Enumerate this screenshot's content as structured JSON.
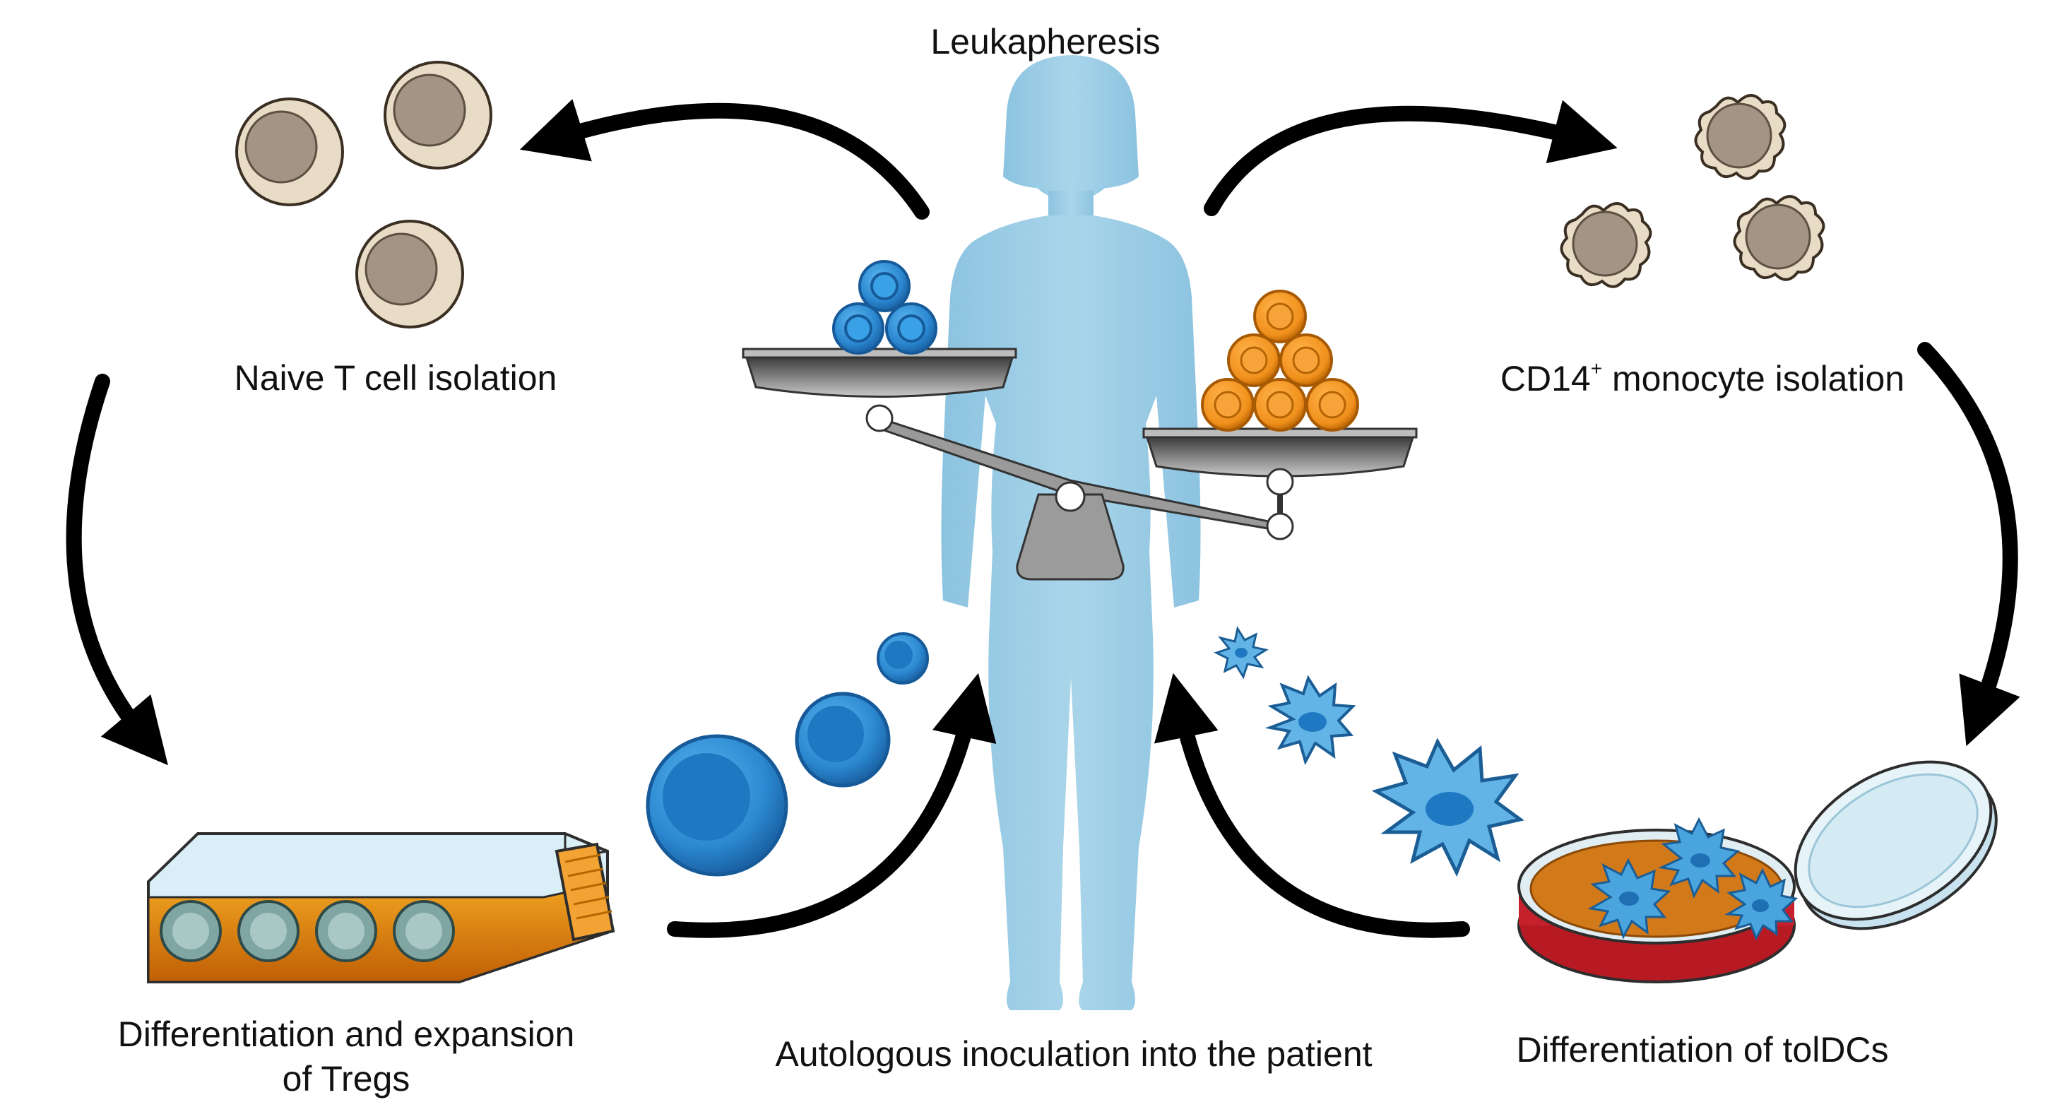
{
  "labels": {
    "leukapheresis": "Leukapheresis",
    "naive_t_cell": "Naive T cell isolation",
    "cd14_prefix": "CD14",
    "cd14_sup": "+",
    "cd14_suffix": " monocyte isolation",
    "tregs_line1": "Differentiation and expansion",
    "tregs_line2": "of Tregs",
    "autologous": "Autologous inoculation into the patient",
    "toldcs": "Differentiation of tolDCs"
  },
  "colors": {
    "silhouette": "#9fcde5",
    "naive_cell": "#e9dcc6",
    "nucleus": "#a39483",
    "treg_blue": "#2f8fd6",
    "orange_cell": "#f29422",
    "culture_medium": "#c8740a",
    "arrow": "#000000",
    "scale": "#8a8a8a"
  },
  "icons": {
    "balance": "balance-scale-icon",
    "flask": "culture-flask-icon",
    "dish": "petri-dish-icon"
  }
}
